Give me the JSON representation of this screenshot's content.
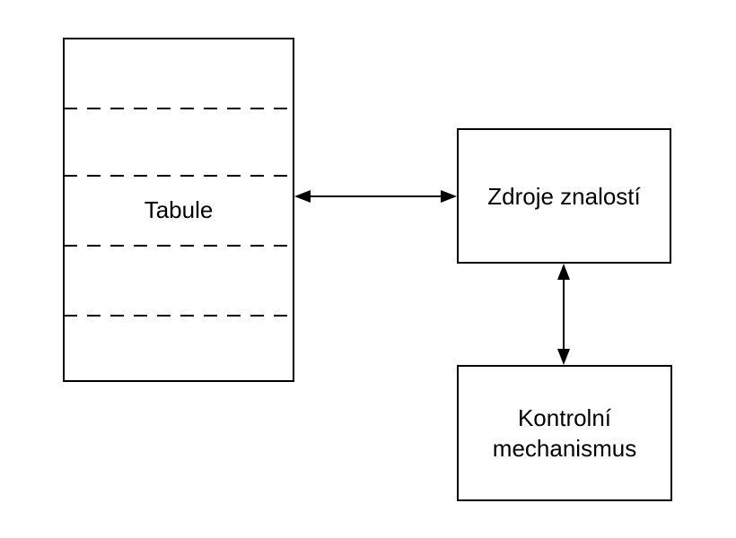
{
  "diagram": {
    "blackboard": {
      "label": "Tabule"
    },
    "knowledge_sources": {
      "label": "Zdroje znalostí"
    },
    "control": {
      "label": "Kontrolní\nmechanismus"
    },
    "colors": {
      "stroke": "#000000",
      "background": "#ffffff"
    }
  }
}
